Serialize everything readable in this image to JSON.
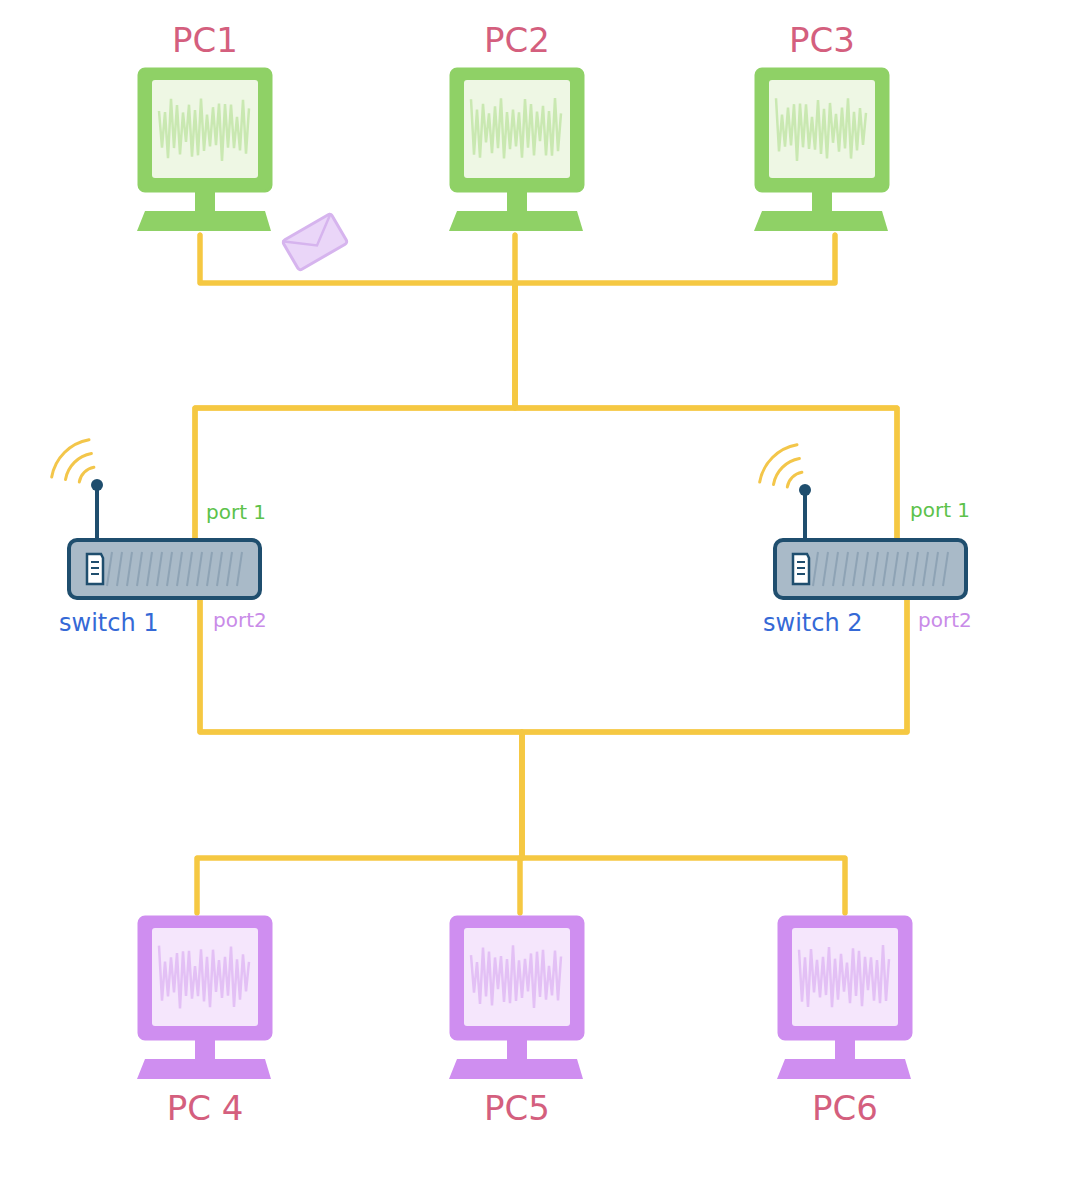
{
  "diagram": {
    "nodes": [
      {
        "text": [
          "PC1"
        ]
      },
      {
        "text": [
          "PC2"
        ]
      },
      {
        "text": [
          "PC3"
        ]
      },
      {
        "text": [
          "switch 1"
        ]
      },
      {
        "text": [
          "switch 2"
        ]
      },
      {
        "text": [
          "PC 4"
        ]
      },
      {
        "text": [
          "PC5"
        ]
      },
      {
        "text": [
          "PC6"
        ]
      }
    ],
    "edges": [
      {
        "from": 0,
        "to": 3,
        "arrow": "none"
      },
      {
        "from": 0,
        "to": 4,
        "arrow": "none"
      },
      {
        "from": 1,
        "to": 3,
        "arrow": "none"
      },
      {
        "from": 1,
        "to": 4,
        "arrow": "none"
      },
      {
        "from": 2,
        "to": 3,
        "arrow": "none"
      },
      {
        "from": 2,
        "to": 4,
        "arrow": "none"
      },
      {
        "from": 3,
        "to": 5,
        "arrow": "none"
      },
      {
        "from": 3,
        "to": 6,
        "arrow": "none"
      },
      {
        "from": 3,
        "to": 7,
        "arrow": "none"
      },
      {
        "from": 4,
        "to": 5,
        "arrow": "none"
      },
      {
        "from": 4,
        "to": 6,
        "arrow": "none"
      },
      {
        "from": 4,
        "to": 7,
        "arrow": "none"
      }
    ],
    "labels": [
      "port 1",
      "port2",
      "port 1",
      "port2"
    ]
  }
}
